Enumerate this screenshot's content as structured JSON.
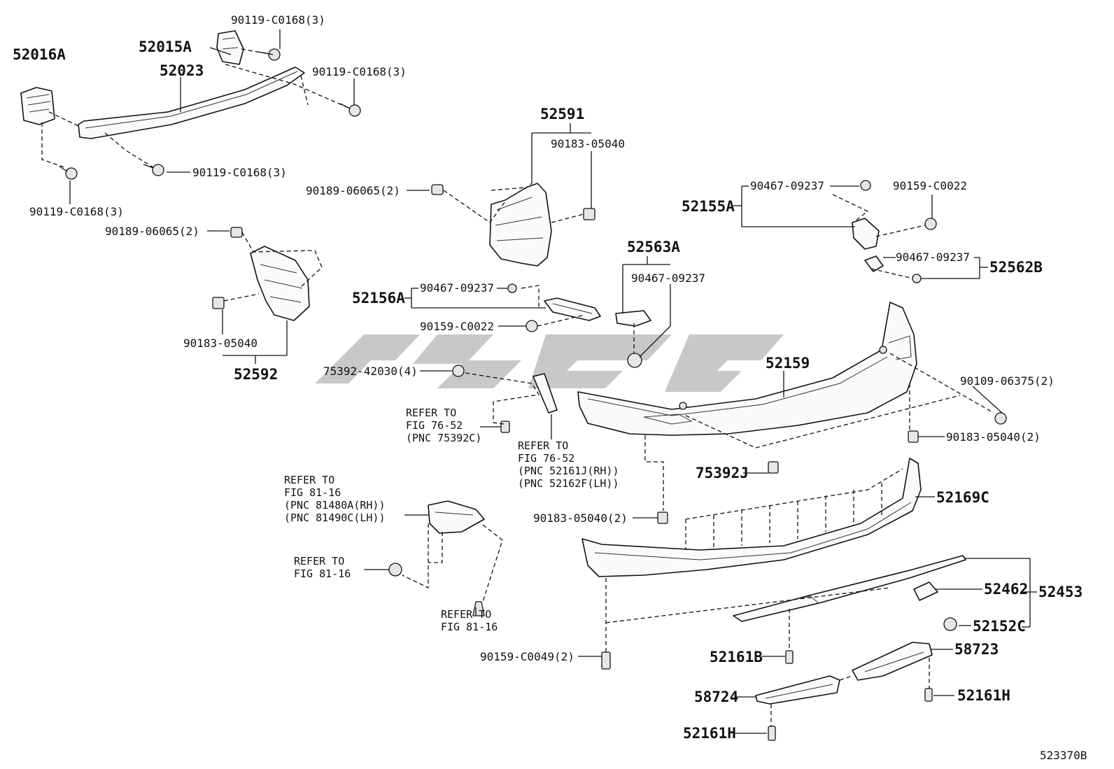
{
  "diagram": {
    "figure_code": "523370B",
    "labels": {
      "p52016A": "52016A",
      "p52015A": "52015A",
      "p52023": "52023",
      "p90119_a": "90119-C0168(3)",
      "p90119_b": "90119-C0168(3)",
      "p90119_c": "90119-C0168(3)",
      "p90119_d": "90119-C0168(3)",
      "p52591": "52591",
      "p90183_05040_a": "90183-05040",
      "p90189_a": "90189-06065(2)",
      "p90189_b": "90189-06065(2)",
      "p90183_05040_b": "90183-05040",
      "p52592": "52592",
      "p52155A": "52155A",
      "p90467_a": "90467-09237",
      "p90159_C0022_a": "90159-C0022",
      "p90467_b": "90467-09237",
      "p52562B": "52562B",
      "p52563A": "52563A",
      "p90467_c": "90467-09237",
      "p52156A": "52156A",
      "p90467_d": "90467-09237",
      "p90159_C0022_b": "90159-C0022",
      "p52159": "52159",
      "p90109": "90109-06375(2)",
      "p75392_42030": "75392-42030(4)",
      "p90183_05040_c": "90183-05040(2)",
      "p75392J": "75392J",
      "p52169C": "52169C",
      "p90183_05040_d": "90183-05040(2)",
      "p52462": "52462",
      "p52453": "52453",
      "p52152C": "52152C",
      "p90159_C0049": "90159-C0049(2)",
      "p52161B": "52161B",
      "p58723": "58723",
      "p58724": "58724",
      "p52161H_a": "52161H",
      "p52161H_b": "52161H"
    },
    "refs": {
      "fig7652_a": [
        "REFER TO",
        "FIG 76-52",
        "(PNC 75392C)"
      ],
      "fig7652_b": [
        "REFER TO",
        "FIG 76-52",
        "(PNC 52161J(RH))",
        "(PNC 52162F(LH))"
      ],
      "fig8116_a": [
        "REFER TO",
        "FIG 81-16",
        "(PNC 81480A(RH))",
        "(PNC 81490C(LH))"
      ],
      "fig8116_b": [
        "REFER TO",
        "FIG 81-16"
      ],
      "fig8116_c": [
        "REFER TO",
        "FIG 81-16"
      ]
    }
  }
}
